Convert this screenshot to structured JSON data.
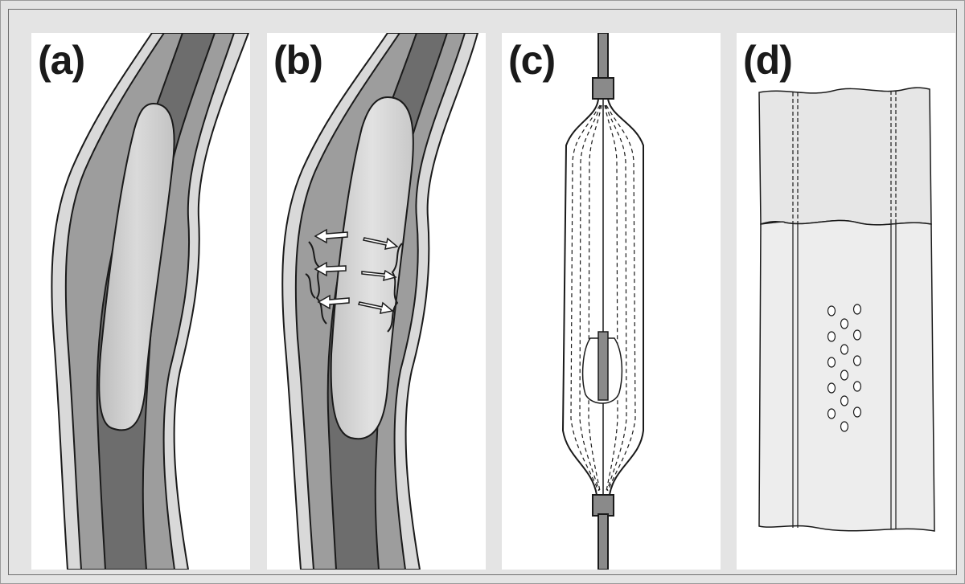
{
  "figure": {
    "panels": [
      {
        "id": "a",
        "label": "(a)"
      },
      {
        "id": "b",
        "label": "(b)"
      },
      {
        "id": "c",
        "label": "(c)"
      },
      {
        "id": "d",
        "label": "(d)"
      }
    ]
  },
  "colors": {
    "background": "#e4e4e4",
    "panel": "#ffffff",
    "outer_wall": "#d9d9d9",
    "vessel_wall": "#9d9d9d",
    "lumen": "#6d6d6d",
    "plaque": "#c9c9c9",
    "line": "#1a1a1a"
  }
}
